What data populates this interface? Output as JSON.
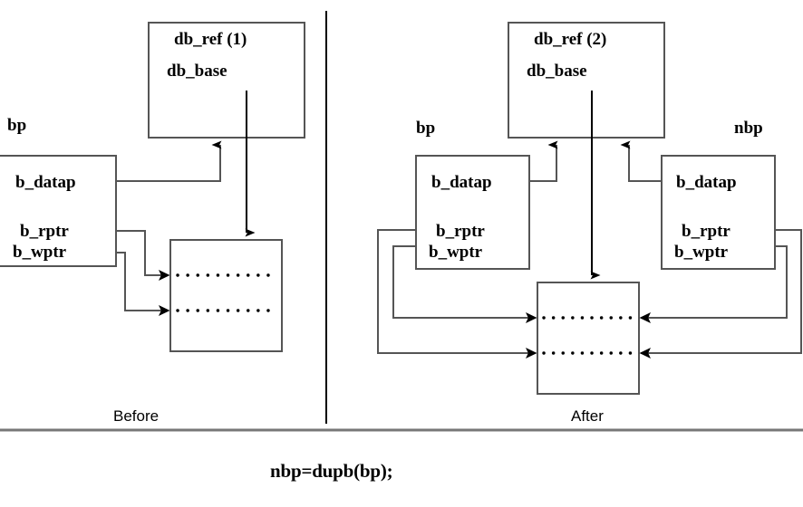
{
  "figure": {
    "caption": "nbp=dupb(bp);",
    "divider_color": "#000000",
    "box_border_color": "#555555",
    "line_color": "#555555",
    "arrow_color": "#000000",
    "dot_color": "#000000"
  },
  "before": {
    "caption": "Before",
    "dbref_box": {
      "line1": "db_ref (1)",
      "line2": "db_base"
    },
    "bp": {
      "var_label": "bp",
      "fields": {
        "datap": "b_datap",
        "rptr": "b_rptr",
        "wptr": "b_wptr"
      }
    },
    "buffer": {
      "rows": 2
    }
  },
  "after": {
    "caption": "After",
    "dbref_box": {
      "line1": "db_ref (2)",
      "line2": "db_base"
    },
    "bp": {
      "var_label": "bp",
      "fields": {
        "datap": "b_datap",
        "rptr": "b_rptr",
        "wptr": "b_wptr"
      }
    },
    "nbp": {
      "var_label": "nbp",
      "fields": {
        "datap": "b_datap",
        "rptr": "b_rptr",
        "wptr": "b_wptr"
      }
    },
    "buffer": {
      "rows": 2
    }
  }
}
